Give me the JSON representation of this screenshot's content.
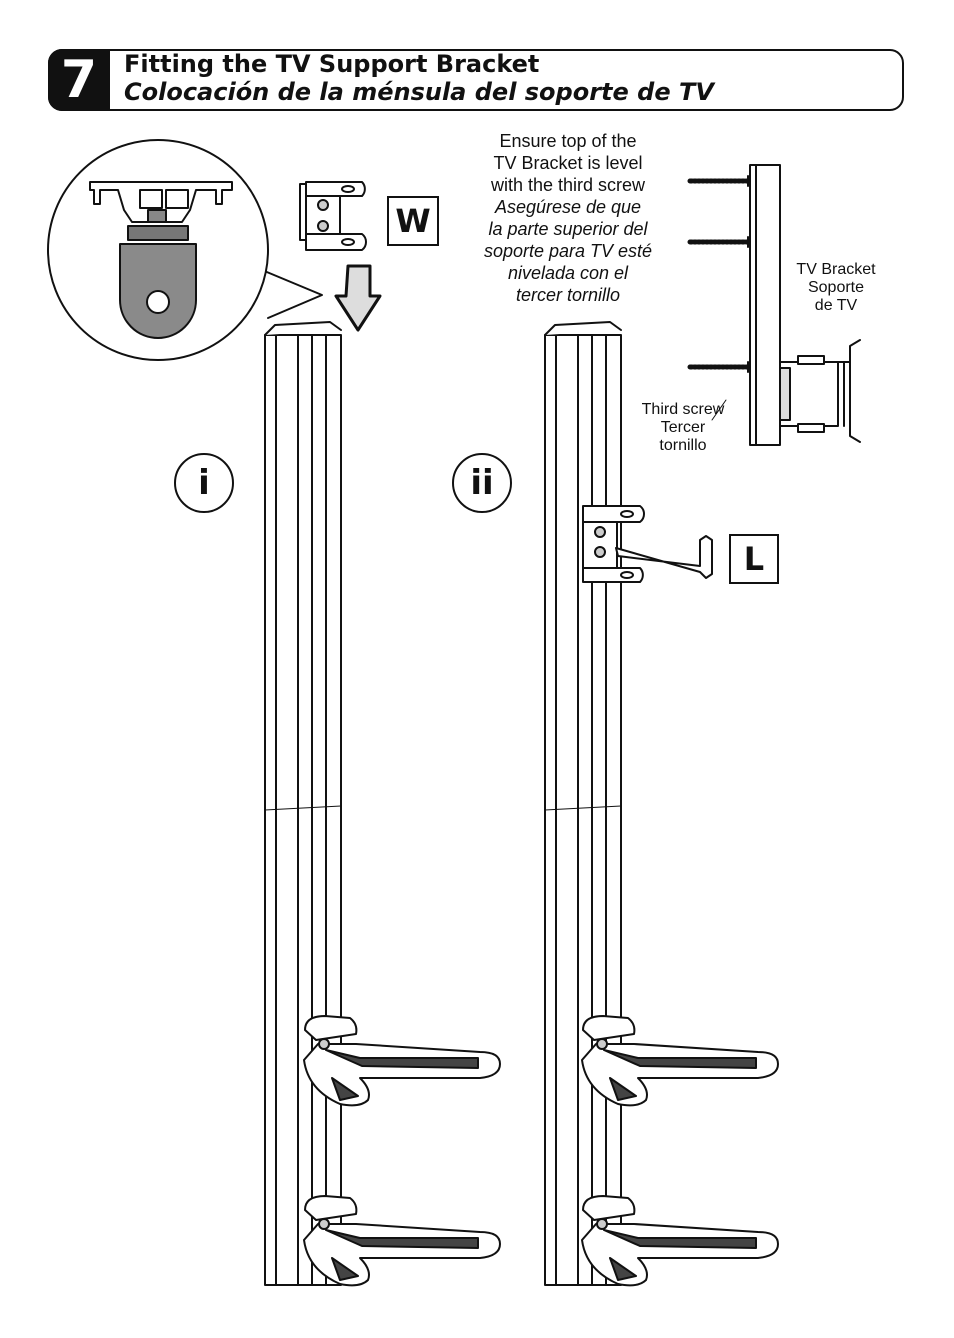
{
  "header": {
    "step_number": "7",
    "title_en": "Fitting the TV Support Bracket",
    "title_es": "Colocación de la ménsula del soporte de TV"
  },
  "note": {
    "line1": "Ensure top of the",
    "line2": "TV Bracket is level",
    "line3": "with the third screw",
    "line4": "Asegúrese de que",
    "line5": "la parte superior del",
    "line6": "soporte para TV esté",
    "line7": "nivelada con el",
    "line8": "tercer tornillo"
  },
  "labels": {
    "tv_bracket_en": "TV Bracket",
    "tv_bracket_es1": "Soporte",
    "tv_bracket_es2": "de TV",
    "third_screw_en": "Third screw",
    "third_screw_es1": "Tercer",
    "third_screw_es2": "tornillo"
  },
  "parts": {
    "part_w": "W",
    "part_l": "L"
  },
  "steps": {
    "step_i": "i",
    "step_ii": "ii"
  },
  "colors": {
    "ink": "#111111",
    "gray_fill": "#8a8a8a",
    "light_fill": "#e6e6e6"
  }
}
